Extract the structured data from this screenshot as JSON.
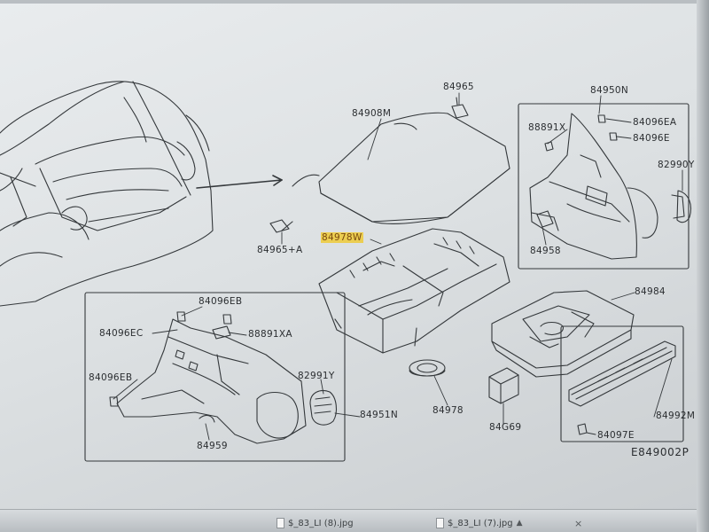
{
  "labels": {
    "l84965": "84965",
    "l84950N": "84950N",
    "l84908M": "84908M",
    "l88891X": "88891X",
    "l84096EA": "84096EA",
    "l84096E": "84096E",
    "l82990Y": "82990Y",
    "l84965A": "84965+A",
    "l84978W": "84978W",
    "l84958": "84958",
    "l84096EB_top": "84096EB",
    "l84096EC": "84096EC",
    "l88891XA": "88891XA",
    "l84096EB_left": "84096EB",
    "l82991Y": "82991Y",
    "l84951N": "84951N",
    "l84959": "84959",
    "l84978": "84978",
    "l84G69": "84G69",
    "l84984": "84984",
    "l84992M": "84992M",
    "l84097E": "84097E",
    "code": "E849002P"
  },
  "taskbar": {
    "file1": "$_83_LI (8).jpg",
    "file2": "$_83_LI (7).jpg",
    "close": "×"
  },
  "colors": {
    "highlight": "#f0c828",
    "line": "#2b2e31"
  }
}
